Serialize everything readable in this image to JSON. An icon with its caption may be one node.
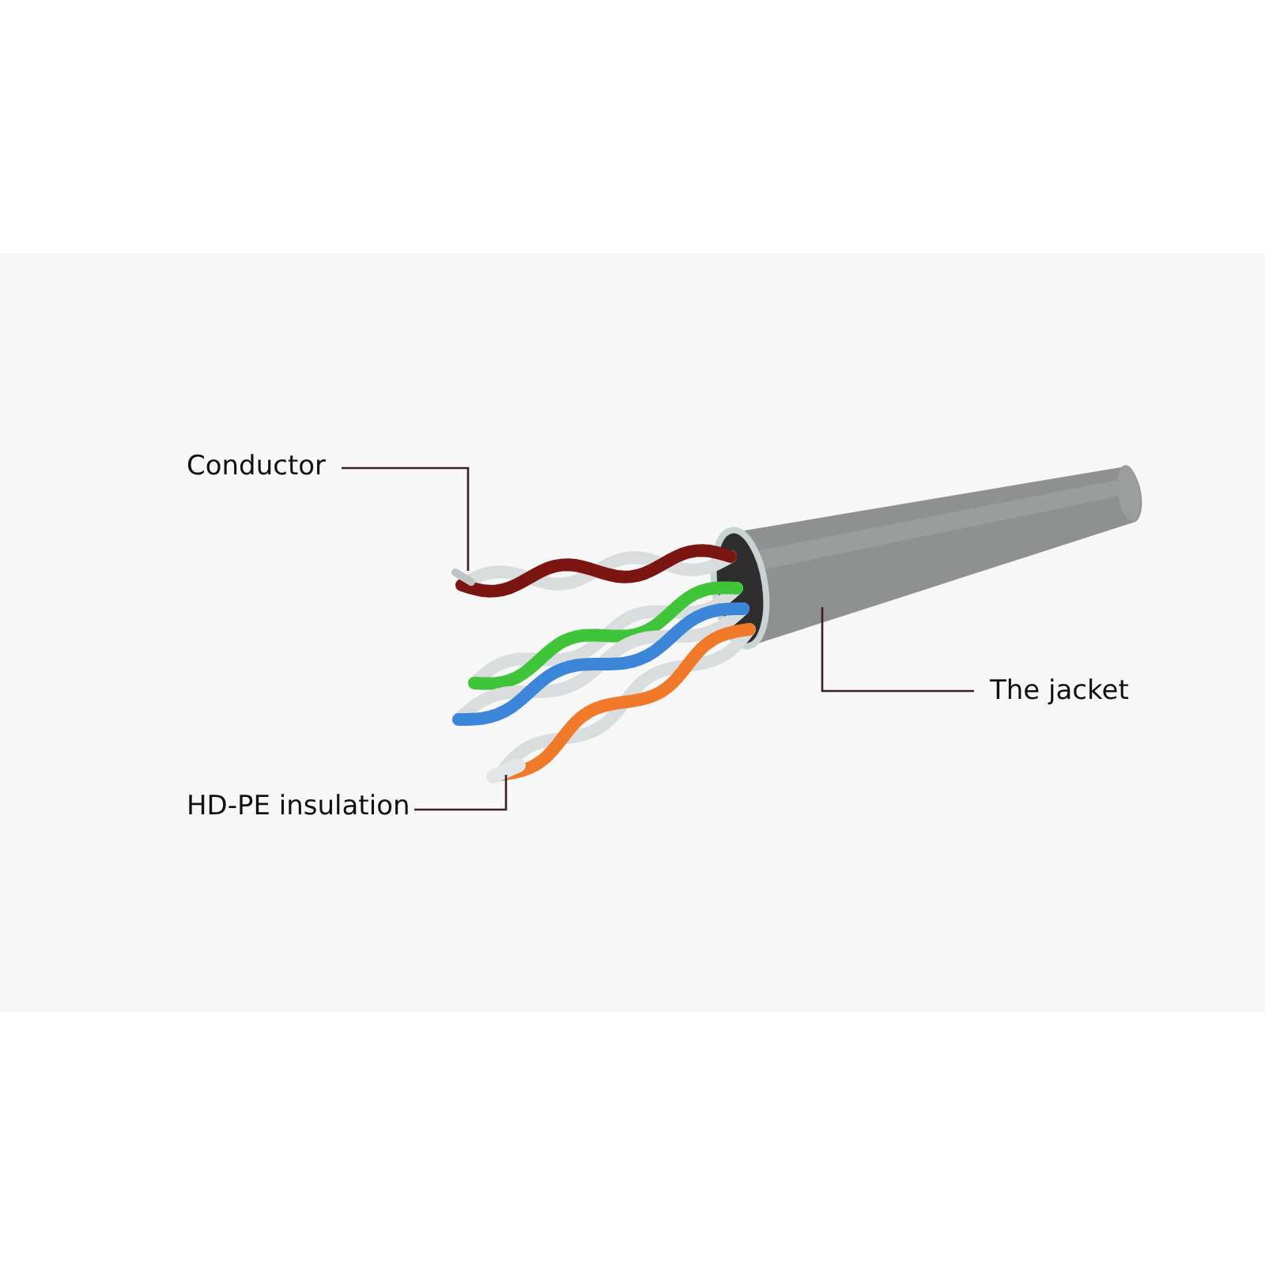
{
  "diagram": {
    "nodes": [
      {
        "text": [
          "Conductor"
        ]
      },
      {
        "text": [],
        "shape": "picture"
      },
      {
        "text": [
          "HD-PE insulation"
        ]
      },
      {
        "text": [],
        "shape": "picture"
      },
      {
        "text": [
          "The jacket"
        ]
      },
      {
        "text": [],
        "shape": "picture"
      }
    ],
    "edges": [
      {
        "from": 0,
        "to": 1,
        "arrow": "none"
      },
      {
        "from": 2,
        "to": 3,
        "arrow": "none"
      },
      {
        "from": 4,
        "to": 5,
        "arrow": "none"
      }
    ]
  }
}
